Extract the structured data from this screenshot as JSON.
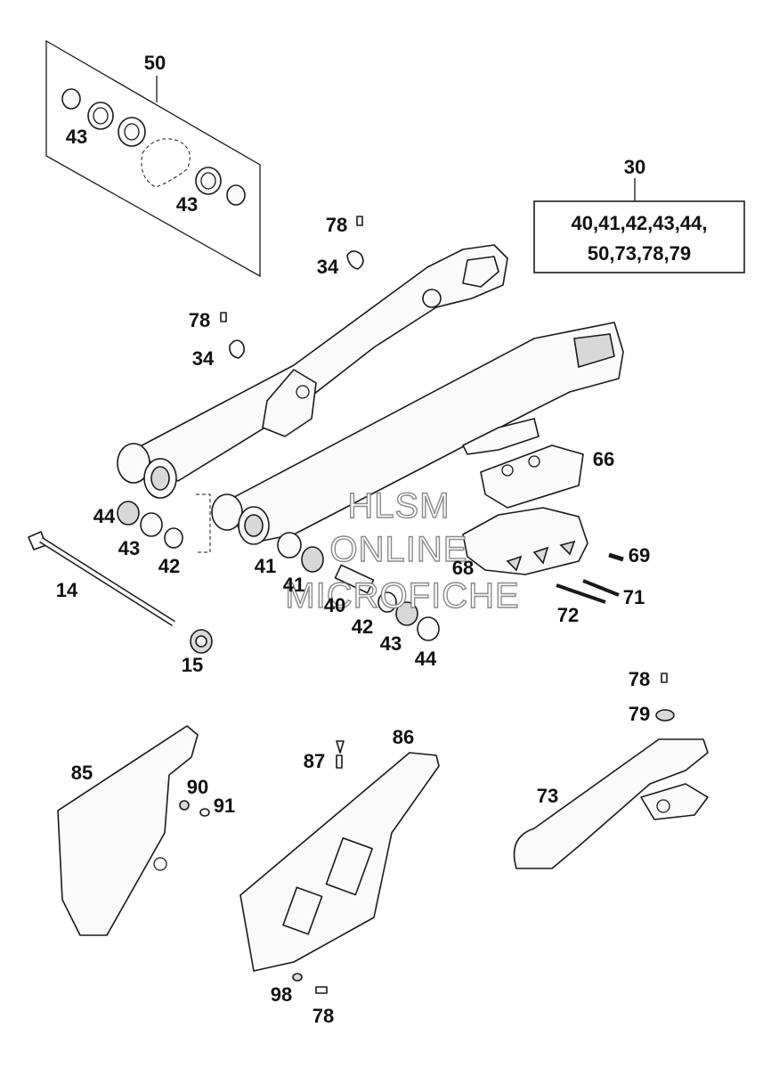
{
  "kit_box": {
    "number": "30",
    "line1": "40,41,42,43,44,",
    "line2": "50,73,78,79"
  },
  "watermark": {
    "line1": "HLSM",
    "line2": "ONLINE",
    "line3": "MICROFICHE"
  },
  "callouts": {
    "c50": "50",
    "c43_a": "43",
    "c43_b": "43",
    "c78_a": "78",
    "c34_a": "34",
    "c78_b": "78",
    "c34_b": "34",
    "c66": "66",
    "c44_a": "44",
    "c43_c": "43",
    "c42_a": "42",
    "c14": "14",
    "c15": "15",
    "c41_a": "41",
    "c41_b": "41",
    "c40": "40",
    "c42_b": "42",
    "c43_d": "43",
    "c44_b": "44",
    "c68": "68",
    "c69": "69",
    "c71": "71",
    "c72": "72",
    "c78_c": "78",
    "c79": "79",
    "c73": "73",
    "c85": "85",
    "c90": "90",
    "c91": "91",
    "c87": "87",
    "c86": "86",
    "c98": "98",
    "c78_d": "78"
  }
}
